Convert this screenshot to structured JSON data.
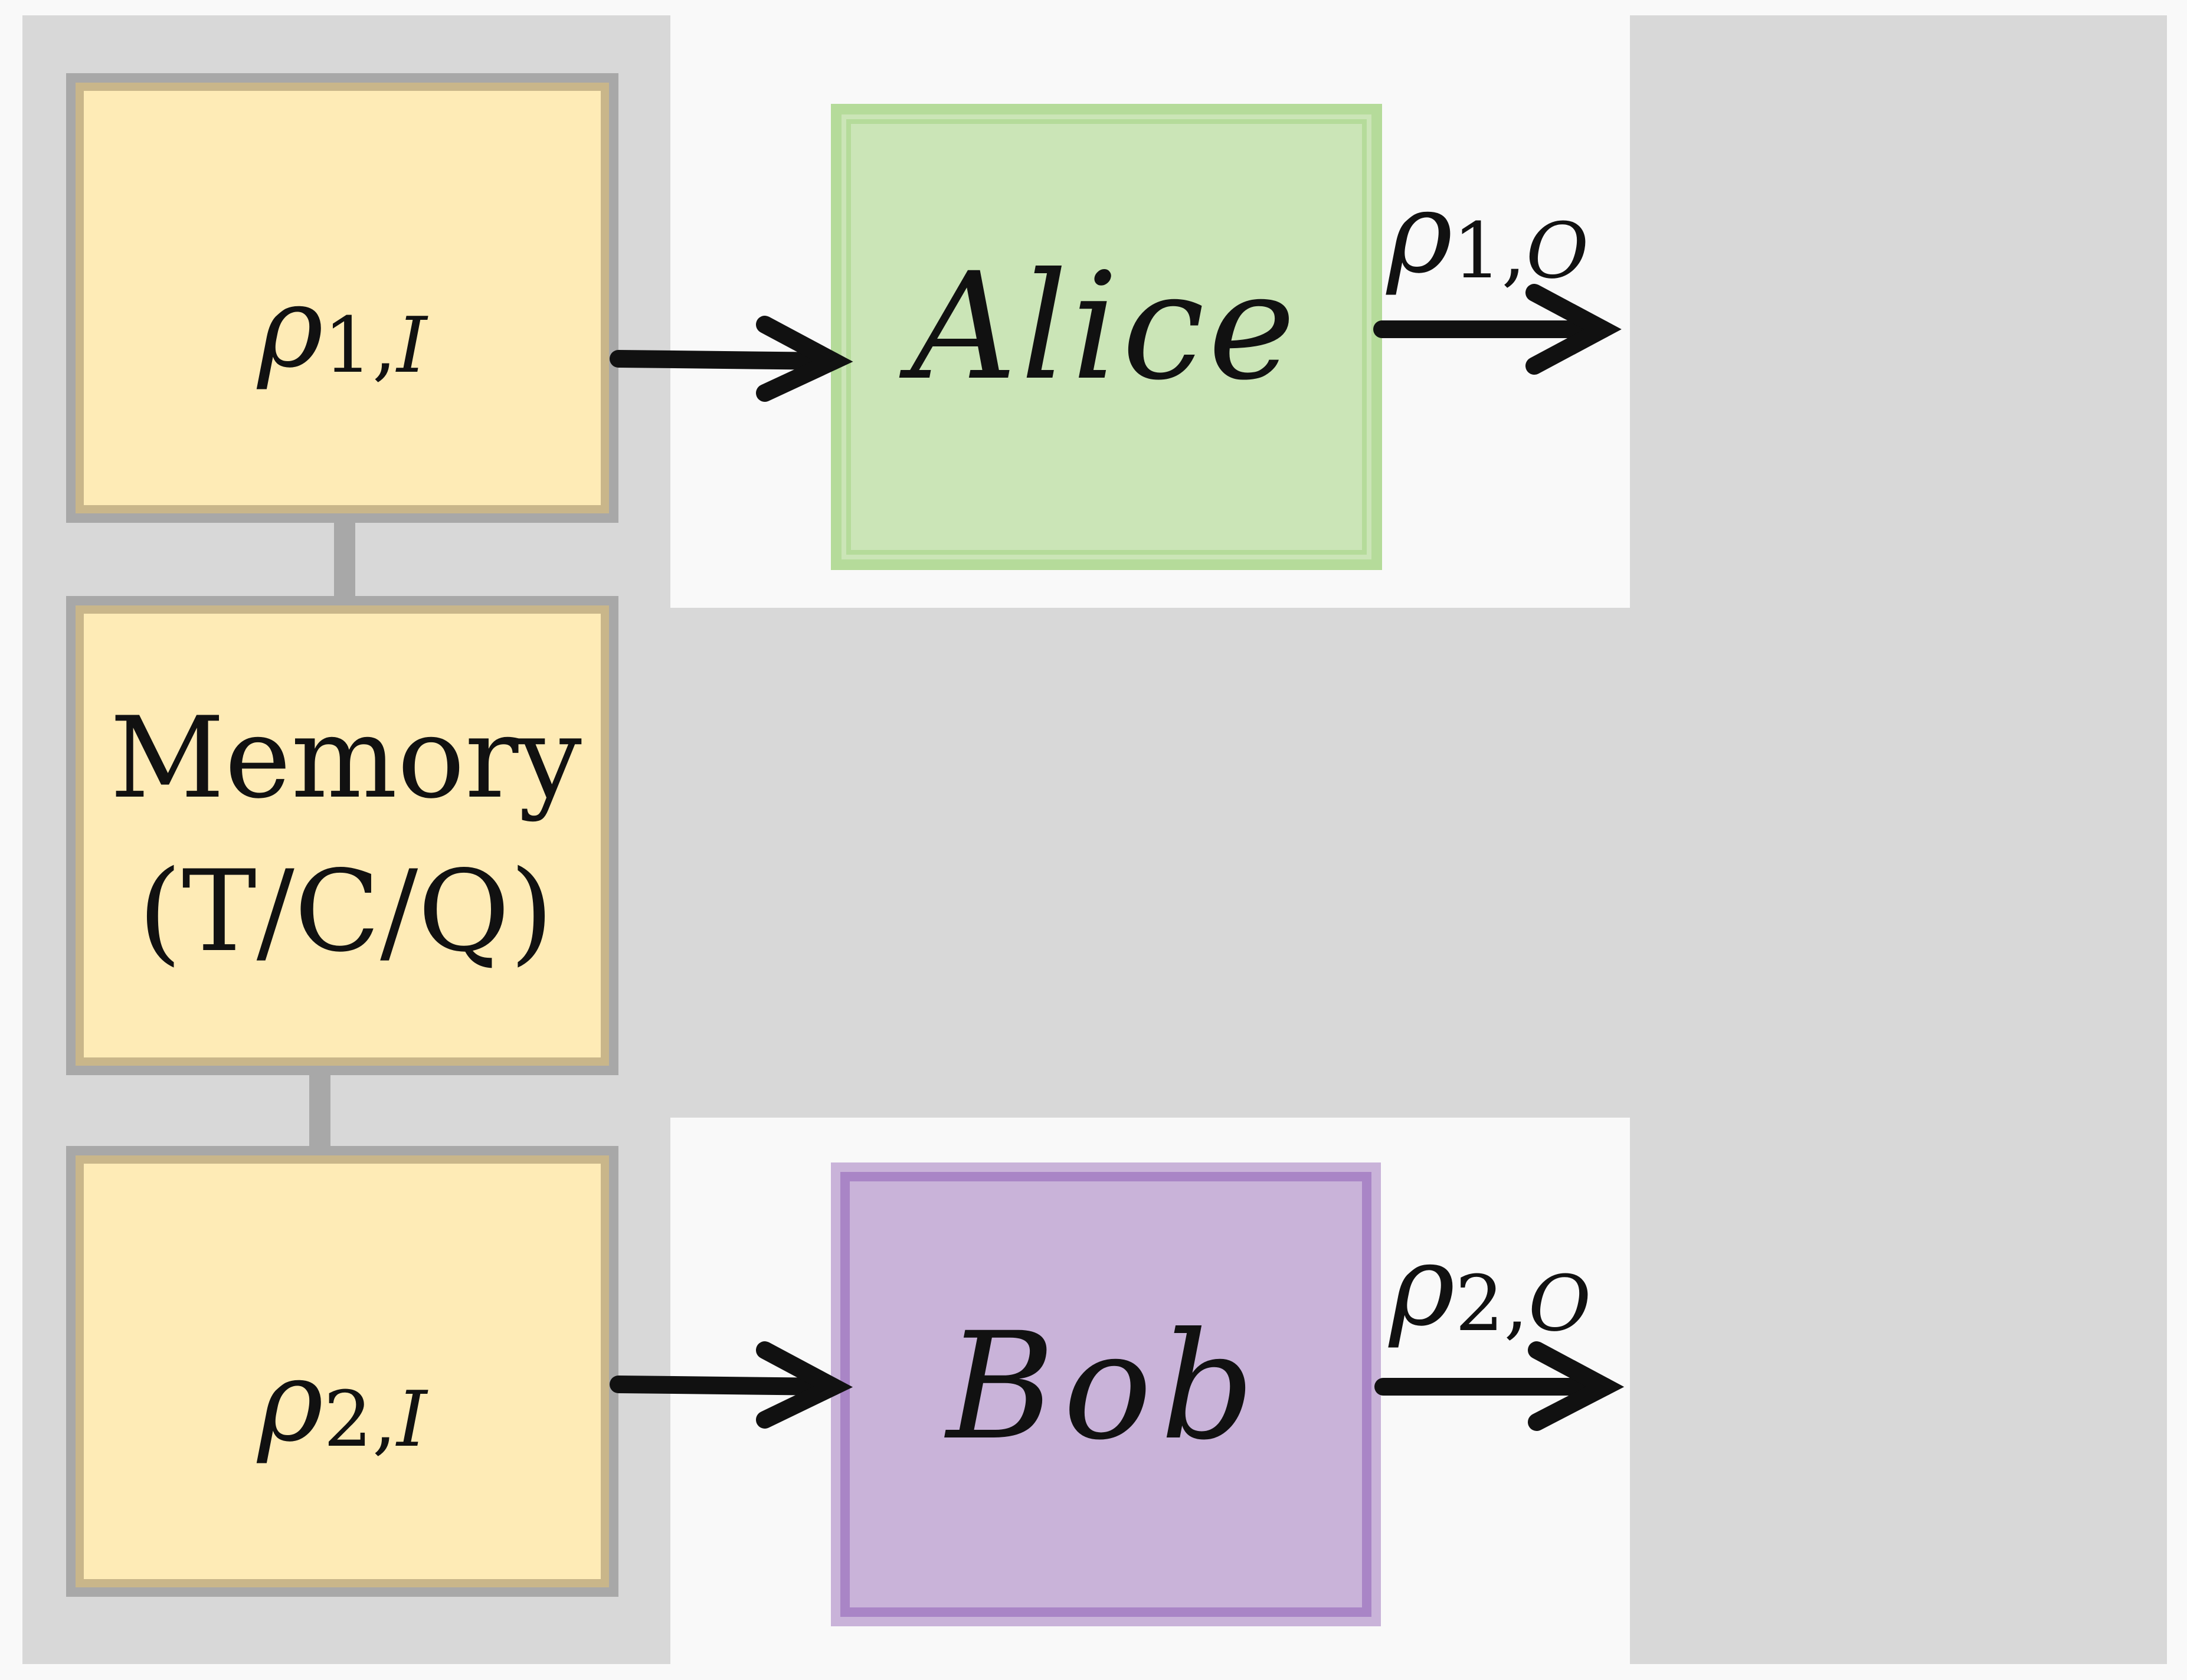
{
  "panels": {
    "left_gray": "left-panel",
    "right_gray": "right-panel"
  },
  "boxes": {
    "rho1_in": {
      "symbol": "ρ",
      "sub": "1,",
      "sub_it": "I"
    },
    "memory": {
      "line1": "Memory",
      "line2": "(T/C/Q)"
    },
    "rho2_in": {
      "symbol": "ρ",
      "sub": "2,",
      "sub_it": "I"
    },
    "alice": {
      "label": "Alice"
    },
    "bob": {
      "label": "Bob"
    }
  },
  "outputs": {
    "rho1_out": {
      "symbol": "ρ",
      "sub": "1,",
      "sub_it": "O"
    },
    "rho2_out": {
      "symbol": "ρ",
      "sub": "2,",
      "sub_it": "O"
    }
  },
  "colors": {
    "background": "#f9f9f9",
    "panel_gray": "#d8d8d8",
    "white_strip": "#f9f9f9",
    "state_fill": "#feebb6",
    "state_inner_border": "#c9b68a",
    "state_outer_border": "#a8a8a8",
    "connector": "#a8a8a8",
    "alice_fill": "#cbe5b7",
    "alice_border": "#b5db9a",
    "bob_fill": "#c9b3d9",
    "bob_border": "#a985c6",
    "arrow": "#111111"
  }
}
